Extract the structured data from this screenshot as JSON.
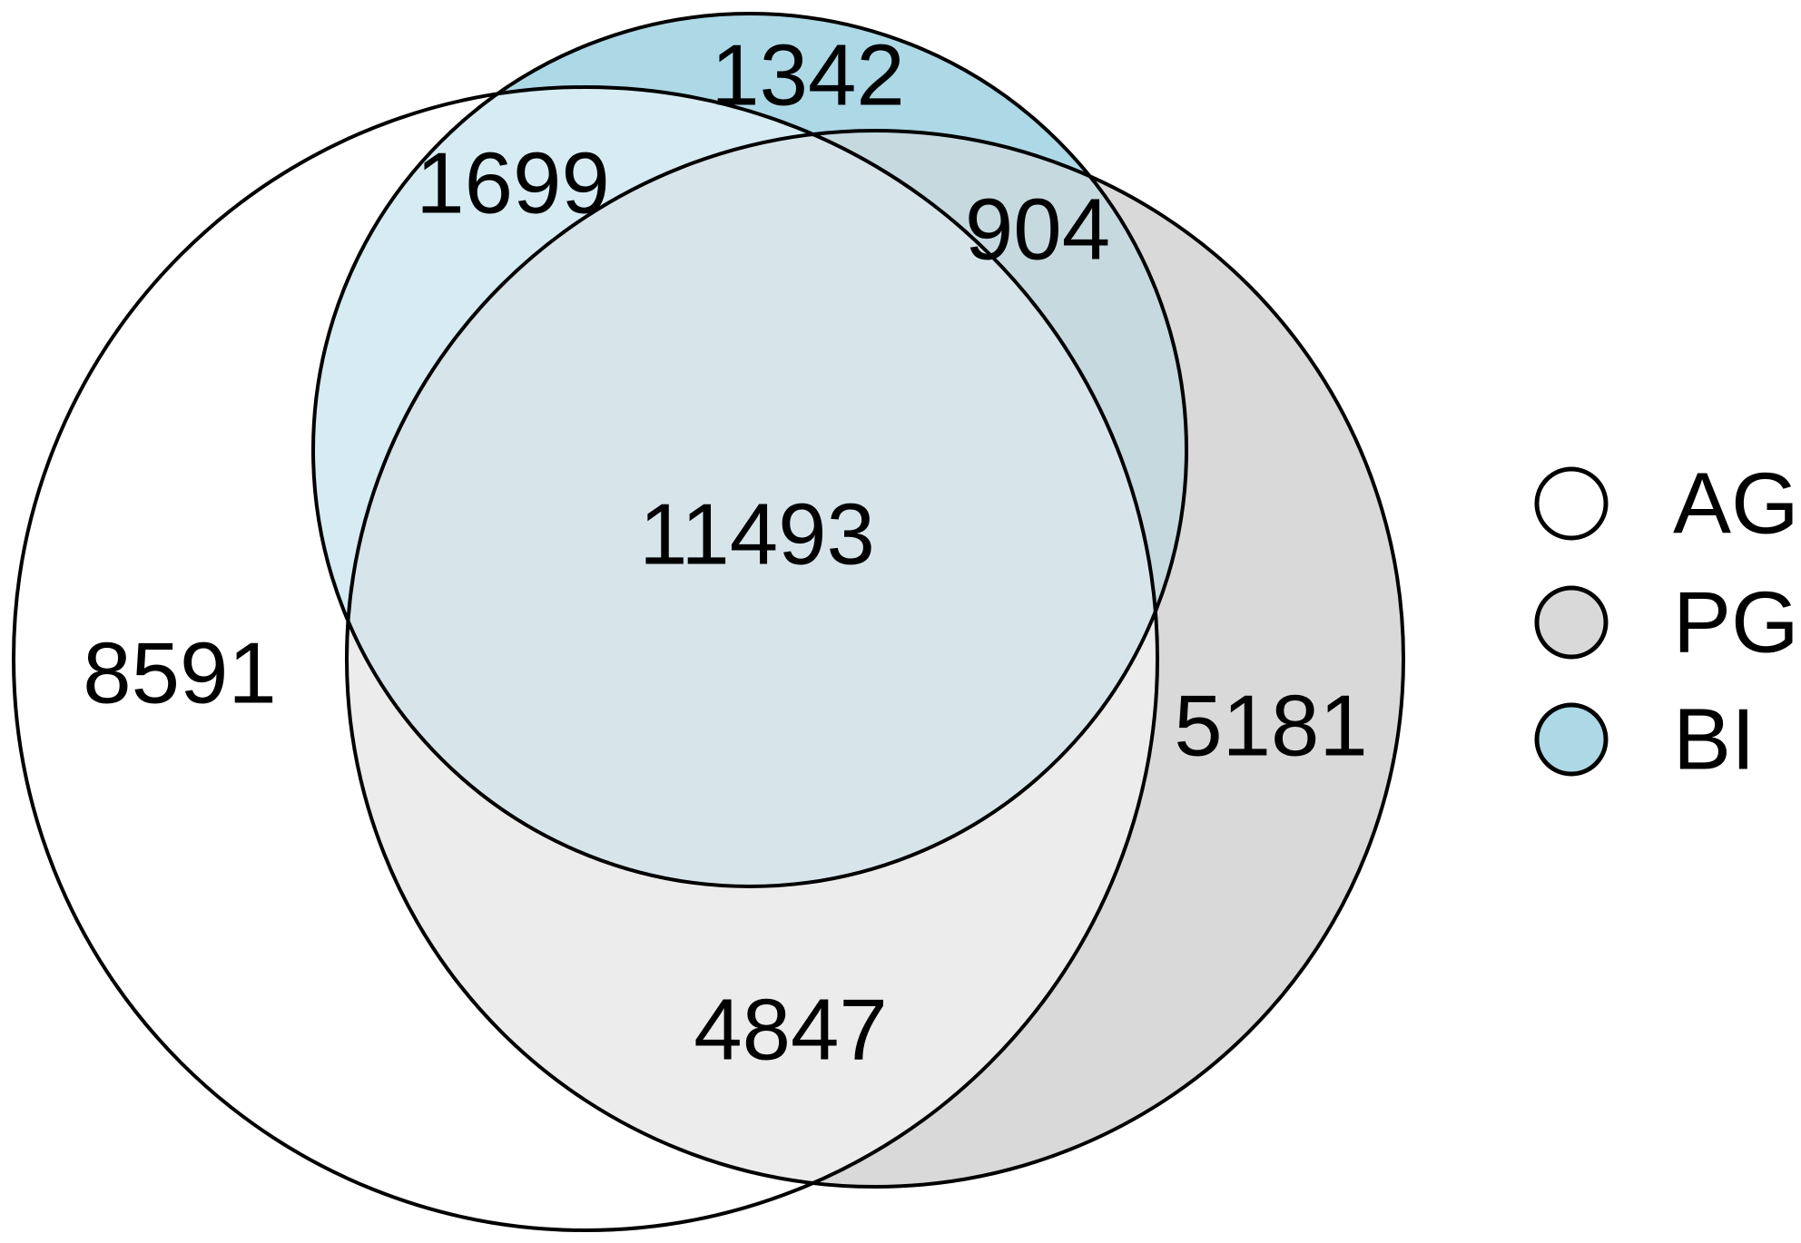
{
  "diagram": {
    "type": "venn",
    "sets": [
      {
        "key": "AG",
        "label": "AG",
        "color": "#ffffff"
      },
      {
        "key": "PG",
        "label": "PG",
        "color": "#d9d9d9"
      },
      {
        "key": "BI",
        "label": "BI",
        "color": "#add8e6"
      }
    ],
    "regions": {
      "ag_only": "8591",
      "pg_only": "5181",
      "bi_only": "1342",
      "ag_bi": "1699",
      "pg_bi": "904",
      "ag_pg": "4847",
      "ag_pg_bi": "11493"
    },
    "fill_colors": {
      "ag_only": "#ffffff",
      "pg_only": "#d9d9d9",
      "bi_only": "#add8e6",
      "ag_bi": "#d6ebf2",
      "pg_bi": "#c5d9df",
      "ag_pg": "#ececec",
      "ag_pg_bi": "#d7e5eb"
    },
    "outline_color": "#000000"
  }
}
